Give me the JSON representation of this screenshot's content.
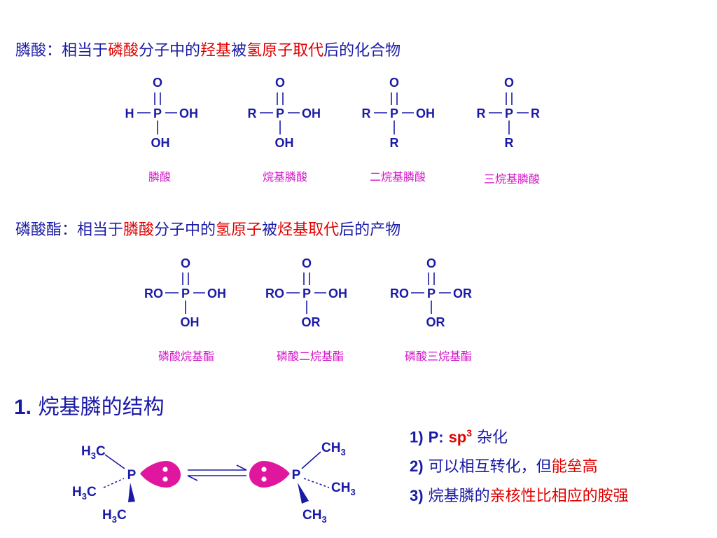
{
  "phosphonic": {
    "lead": "膦酸：相当于",
    "hl1": "磷酸",
    "mid1": "分子中的",
    "hl2": "羟基",
    "mid2": "被",
    "hl3": "氢原子取代",
    "tail": "后的化合物",
    "structures": [
      {
        "top": "O",
        "left": "H",
        "center": "P",
        "right": "OH",
        "bottom": "OH",
        "name": "膦酸"
      },
      {
        "top": "O",
        "left": "R",
        "center": "P",
        "right": "OH",
        "bottom": "OH",
        "name": "烷基膦酸"
      },
      {
        "top": "O",
        "left": "R",
        "center": "P",
        "right": "OH",
        "bottom": "R",
        "name": "二烷基膦酸"
      },
      {
        "top": "O",
        "left": "R",
        "center": "P",
        "right": "R",
        "bottom": "R",
        "name": "三烷基膦酸"
      }
    ]
  },
  "phosphate": {
    "lead": "磷酸酯：相当于",
    "hl1": "膦酸",
    "mid1": "分子中的",
    "hl2": "氢原子",
    "mid2": "被",
    "hl3": "烃基取代",
    "tail": "后的产物",
    "structures": [
      {
        "top": "O",
        "left": "RO",
        "center": "P",
        "right": "OH",
        "bottom": "OH",
        "name": "磷酸烷基酯"
      },
      {
        "top": "O",
        "left": "RO",
        "center": "P",
        "right": "OH",
        "bottom": "OR",
        "name": "磷酸二烷基酯"
      },
      {
        "top": "O",
        "left": "RO",
        "center": "P",
        "right": "OR",
        "bottom": "OR",
        "name": "磷酸三烷基酯"
      }
    ]
  },
  "section": {
    "number": "1.",
    "title": "烷基膦的结构"
  },
  "inversion": {
    "left": {
      "p": "P",
      "h": "H",
      "h3": "3",
      "c": "C",
      "c_lead": "C",
      "h_tail": "H"
    },
    "right": {
      "p": "P",
      "ch": "CH",
      "sub": "3"
    },
    "lone_pair_color": "#e0169f"
  },
  "points": [
    {
      "n": "1)",
      "label_a": "P:",
      "label_b": "sp",
      "sup": "3",
      "text": "杂化"
    },
    {
      "n": "2)",
      "text": "可以相互转化，但",
      "hl": "能垒高"
    },
    {
      "n": "3)",
      "text": "烷基膦的",
      "hl": "亲核性比相应的胺强"
    }
  ]
}
